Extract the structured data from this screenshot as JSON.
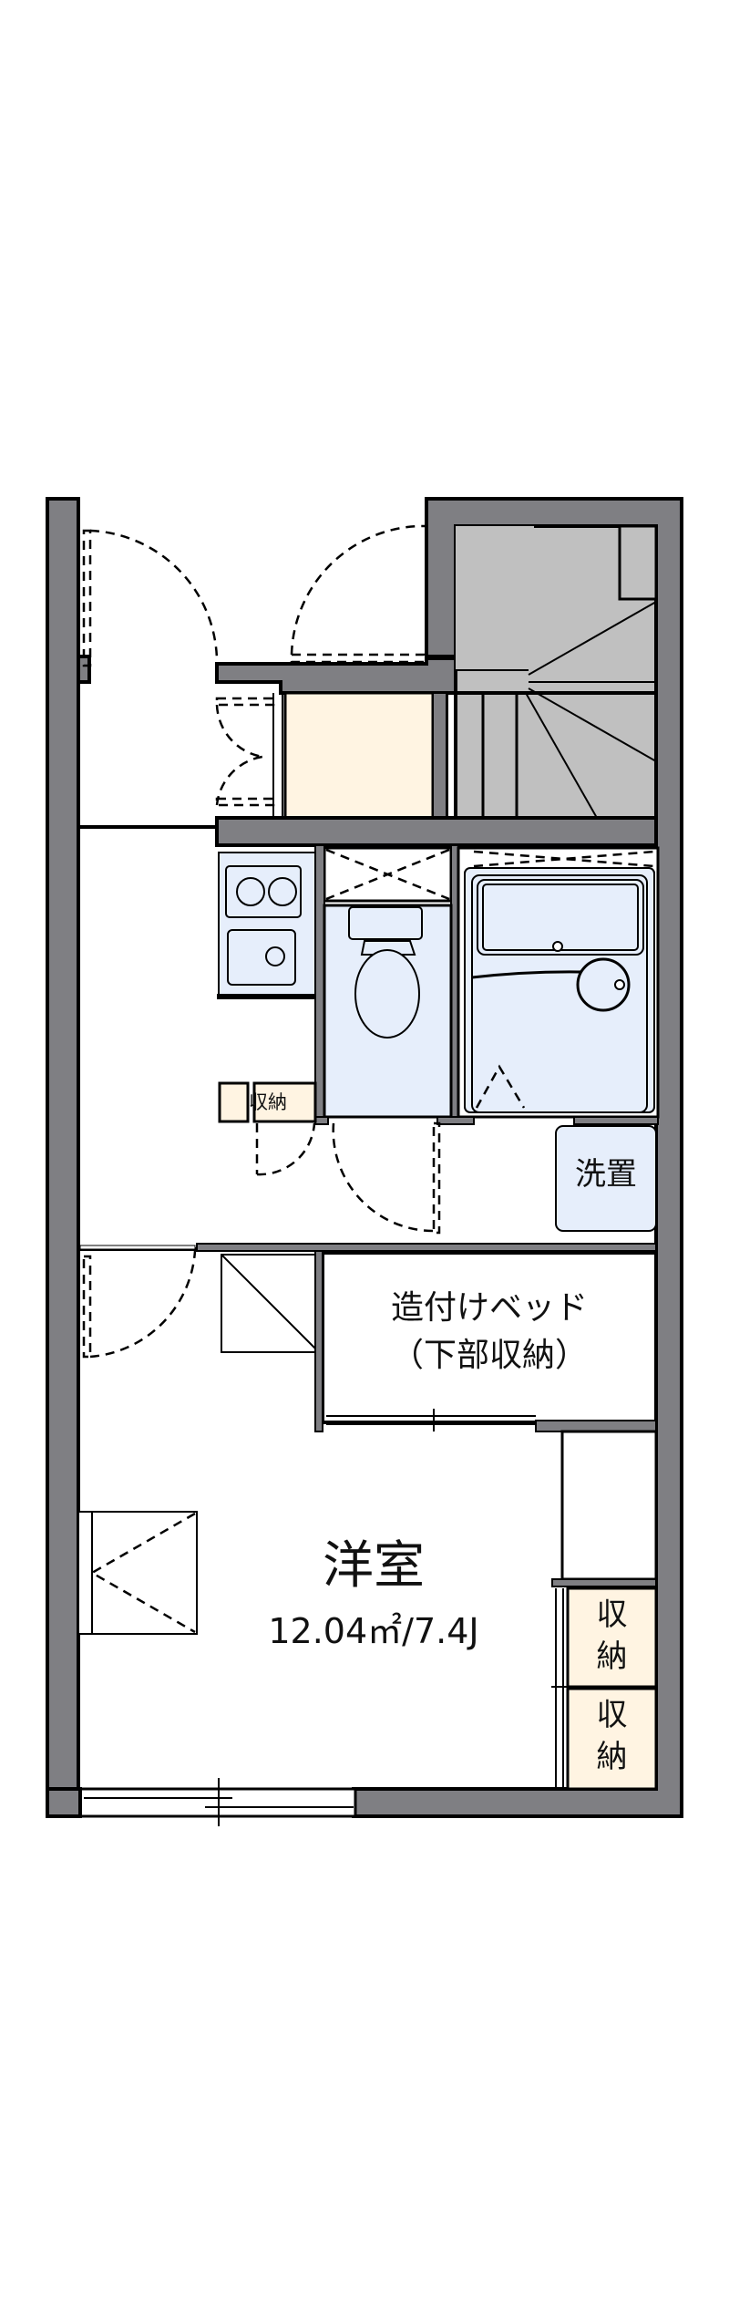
{
  "floorplan": {
    "colors": {
      "wall": "#7f7f83",
      "stair": "#c0c0c0",
      "wet_area": "#e6eefb",
      "storage": "#fff4e2",
      "background": "#ffffff"
    },
    "rooms": {
      "main_room": {
        "name": "洋室",
        "area": "12.04㎡/7.4J"
      },
      "loft_bed": {
        "line1": "造付けベッド",
        "line2": "（下部収納）"
      },
      "washer": {
        "label": "洗置"
      },
      "kitchen_storage": {
        "label": "収納"
      },
      "closet_upper": {
        "line1": "収",
        "line2": "納"
      },
      "closet_lower": {
        "line1": "収",
        "line2": "納"
      }
    },
    "icons": [
      "stairs-icon",
      "toilet-icon",
      "bathtub-icon",
      "stove-icon",
      "sink-icon",
      "door-swing-icon",
      "window-icon"
    ]
  }
}
